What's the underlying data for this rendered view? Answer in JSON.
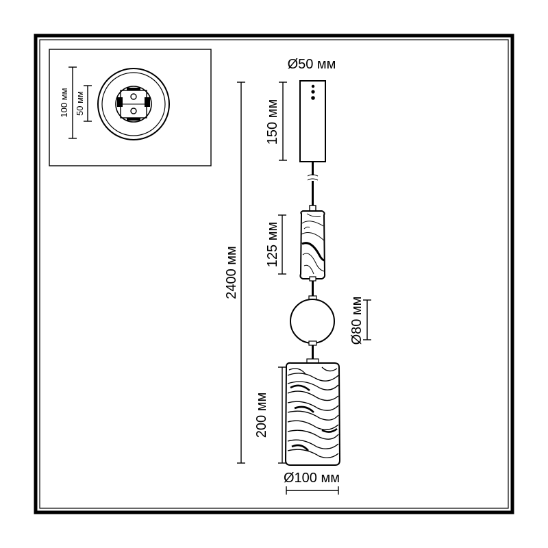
{
  "dimensions": {
    "canopy_diameter": "Ø50 мм",
    "canopy_height": "150 мм",
    "total_length": "2400 мм",
    "middle_segment_height": "125 мм",
    "sphere_diameter": "Ø80 мм",
    "shade_height": "200 мм",
    "shade_diameter": "Ø100 мм",
    "inset_outer_diameter": "100 мм",
    "inset_inner_diameter": "50 мм"
  }
}
